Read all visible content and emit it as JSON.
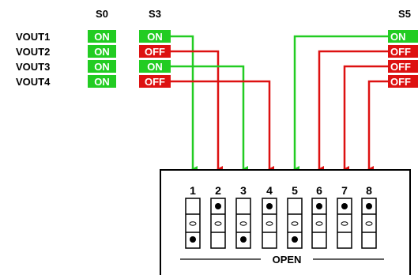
{
  "columns": [
    "S0",
    "S3",
    "S5"
  ],
  "rows": [
    "VOUT1",
    "VOUT2",
    "VOUT3",
    "VOUT4"
  ],
  "status": {
    "S0": [
      "ON",
      "ON",
      "ON",
      "ON"
    ],
    "S3": [
      "ON",
      "OFF",
      "ON",
      "OFF"
    ],
    "S5": [
      "ON",
      "OFF",
      "OFF",
      "OFF"
    ]
  },
  "colors": {
    "on": "#22cc22",
    "off": "#dd1111"
  },
  "dip_switch": {
    "positions": [
      "1",
      "2",
      "3",
      "4",
      "5",
      "6",
      "7",
      "8"
    ],
    "open_label": "OPEN"
  }
}
